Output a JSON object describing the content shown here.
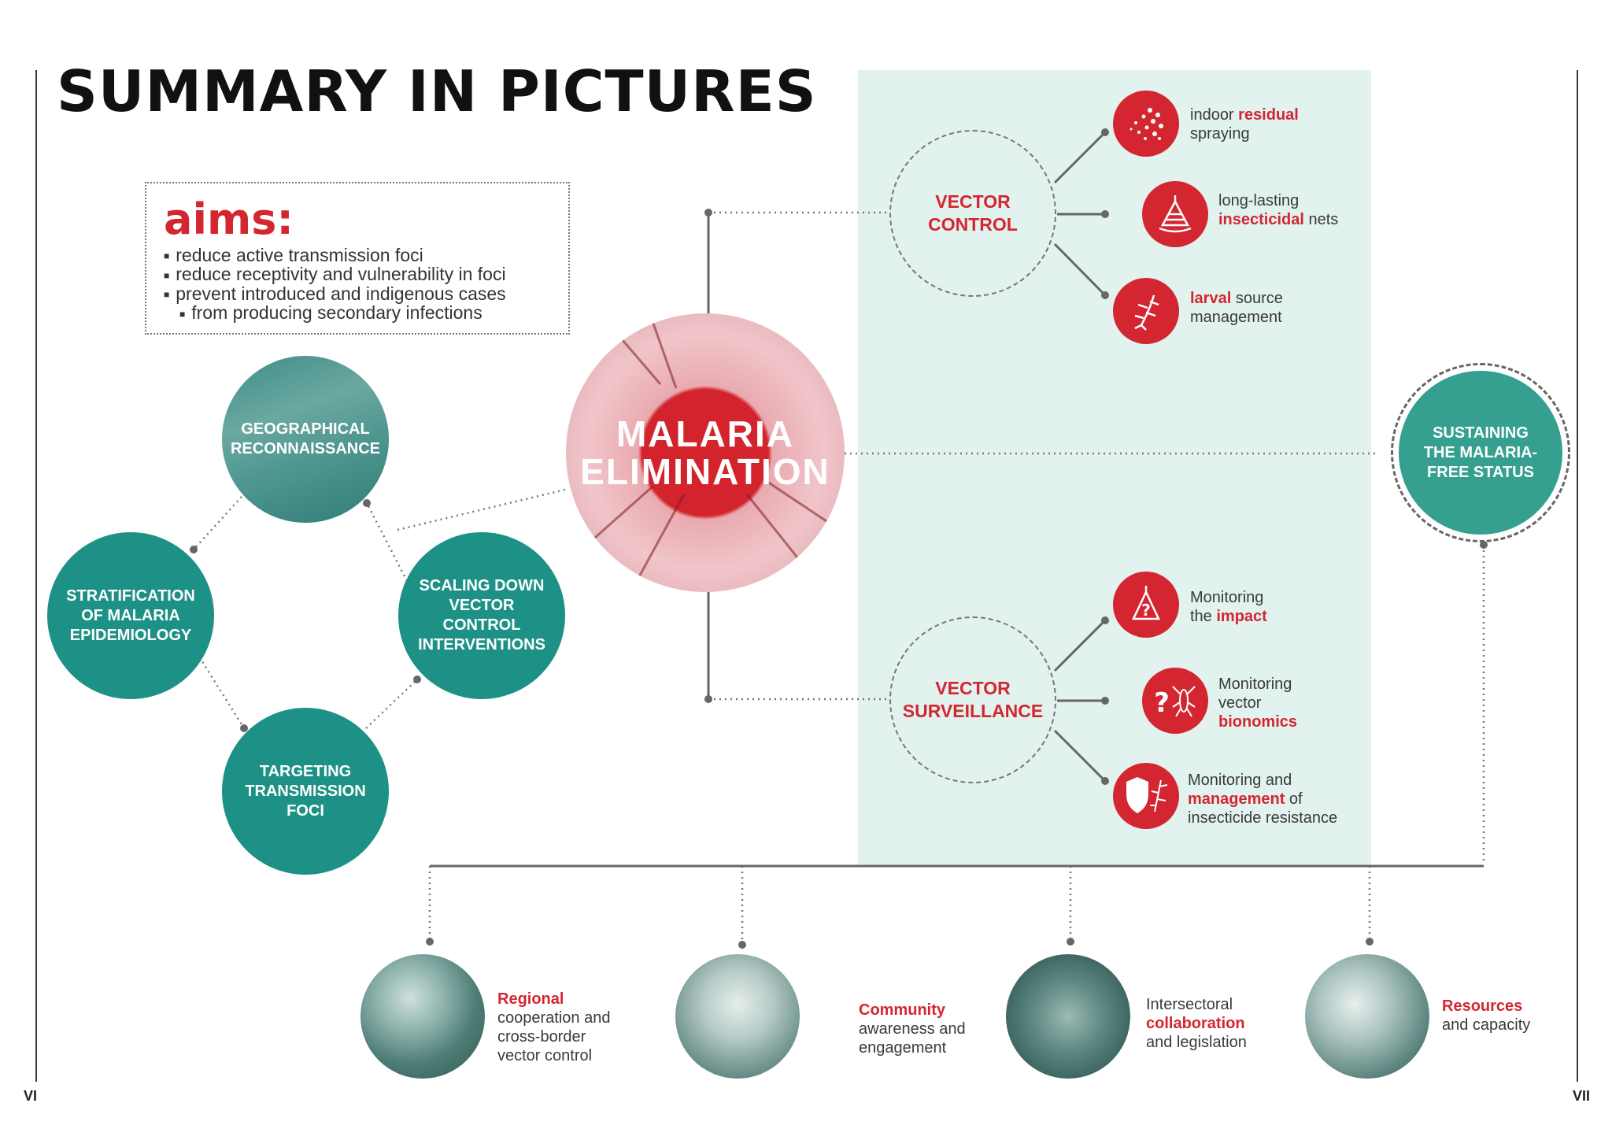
{
  "title": "SUMMARY IN PICTURES",
  "aims": {
    "title": "aims:",
    "items": [
      "reduce active transmission foci",
      "reduce receptivity and vulnerability in foci",
      "prevent introduced and indigenous cases",
      "from producing secondary infections"
    ]
  },
  "cycle": {
    "geo": [
      "GEOGRAPHICAL",
      "RECONNAISSANCE"
    ],
    "strat": [
      "STRATIFICATION",
      "OF MALARIA",
      "EPIDEMIOLOGY"
    ],
    "scaling": [
      "SCALING DOWN",
      "VECTOR",
      "CONTROL",
      "INTERVENTIONS"
    ],
    "target": [
      "TARGETING",
      "TRANSMISSION",
      "FOCI"
    ]
  },
  "center": [
    "MALARIA",
    "ELIMINATION"
  ],
  "vector_control": {
    "label": [
      "VECTOR",
      "CONTROL"
    ],
    "items": [
      {
        "pre": "indoor ",
        "hl": "residual",
        "post": "",
        "line2": "spraying"
      },
      {
        "pre": "long-lasting",
        "hl": "insecticidal",
        "post": " nets"
      },
      {
        "hl": "larval",
        "post": " source",
        "line2": "management"
      }
    ]
  },
  "vector_surveillance": {
    "label": [
      "VECTOR",
      "SURVEILLANCE"
    ],
    "items": [
      {
        "pre": "Monitoring",
        "pre2": "the ",
        "hl": "impact"
      },
      {
        "pre": "Monitoring",
        "pre2": "vector",
        "hl": "bionomics"
      },
      {
        "pre": "Monitoring and",
        "hl": "management",
        "post": " of",
        "line3": "insecticide resistance"
      }
    ]
  },
  "sustain": [
    "SUSTAINING",
    "THE MALARIA-",
    "FREE STATUS"
  ],
  "bottom": [
    {
      "hl": "Regional",
      "rest": [
        "cooperation and",
        "cross-border",
        "vector control"
      ]
    },
    {
      "hl": "Community",
      "rest": [
        "awareness and",
        "engagement"
      ]
    },
    {
      "pre": "Intersectoral",
      "hl": "collaboration",
      "rest": [
        "and legislation"
      ]
    },
    {
      "hl": "Resources",
      "rest": [
        "and capacity"
      ]
    }
  ],
  "pages": {
    "left": "VI",
    "right": "VII"
  },
  "colors": {
    "red": "#d42630",
    "teal": "#1e9186",
    "panel": "#e2f2ef"
  },
  "icons": [
    "spray-icon",
    "net-icon",
    "larva-icon",
    "net-question-icon",
    "mosquito-question-icon",
    "shield-mosquito-icon"
  ]
}
